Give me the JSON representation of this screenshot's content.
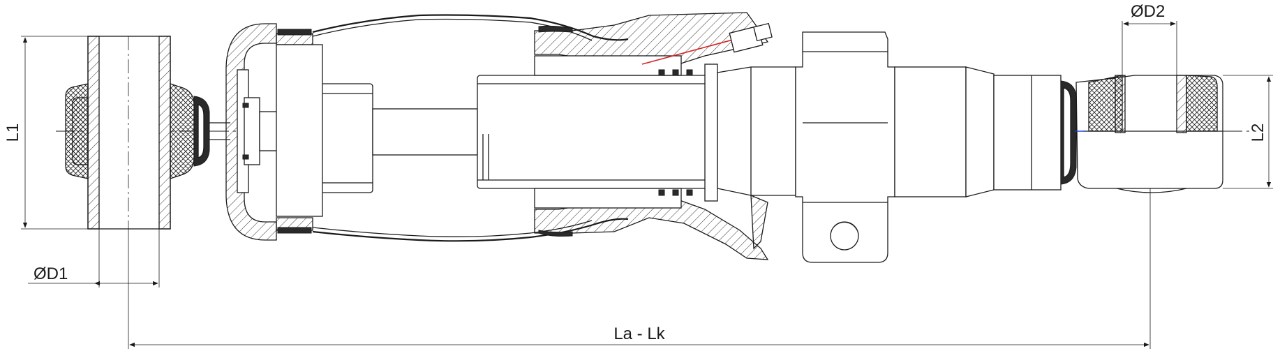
{
  "drawing": {
    "labels": {
      "l1": "L1",
      "d1": "ØD1",
      "d2": "ØD2",
      "l2": "L2",
      "la_lk": "La - Lk"
    },
    "colors": {
      "line": "#1a1a1a",
      "accent_red": "#d62020",
      "accent_blue": "#1a3fd6"
    }
  }
}
